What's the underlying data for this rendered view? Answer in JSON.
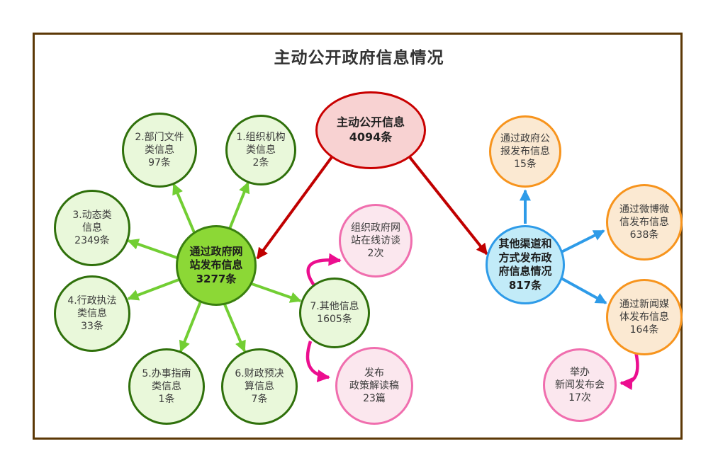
{
  "title": "主动公开政府信息情况",
  "nodes": {
    "main": {
      "label": "主动公开信息\n4094条"
    },
    "webHub": {
      "label": "通过政府网\n站发布信息\n3277条"
    },
    "s1": {
      "label": "1.组织机构\n类信息\n2条"
    },
    "s2": {
      "label": "2.部门文件\n类信息\n97条"
    },
    "s3": {
      "label": "3.动态类\n信息\n2349条"
    },
    "s4": {
      "label": "4.行政执法\n类信息\n33条"
    },
    "s5": {
      "label": "5.办事指南\n类信息\n1条"
    },
    "s6": {
      "label": "6.财政预决\n算信息\n7条"
    },
    "s7": {
      "label": "7.其他信息\n1605条"
    },
    "onlineInterview": {
      "label": "组织政府网\n站在线访谈\n2次"
    },
    "policyInterpretation": {
      "label": "发布\n政策解读稿\n23篇"
    },
    "otherHub": {
      "label": "其他渠道和\n方式发布政\n府信息情况\n817条"
    },
    "gazette": {
      "label": "通过政府公\n报发布信息\n15条"
    },
    "weibo": {
      "label": "通过微博微\n信发布信息\n638条"
    },
    "newsMedia": {
      "label": "通过新闻媒\n体发布信息\n164条"
    },
    "pressConference": {
      "label": "举办\n新闻发布会\n17次"
    }
  },
  "colors": {
    "frame_border": "#5C3806",
    "red_arrow": "#C00000",
    "red_node_border": "#C90000",
    "red_node_fill": "#F8D2D2",
    "green_hub_fill": "#8CD836",
    "green_dark_border": "#2F700B",
    "green_light_fill": "#E9F8DA",
    "green_arrow": "#72CE33",
    "blue_arrow": "#2E9BE8",
    "blue_hub_fill": "#C2EBF8",
    "orange_border": "#F7941D",
    "orange_fill": "#FBE9D2",
    "pink_border": "#F06EAE",
    "pink_fill": "#FBE7EE",
    "magenta_arrow": "#EC0E8F",
    "title_text": "#333333"
  }
}
